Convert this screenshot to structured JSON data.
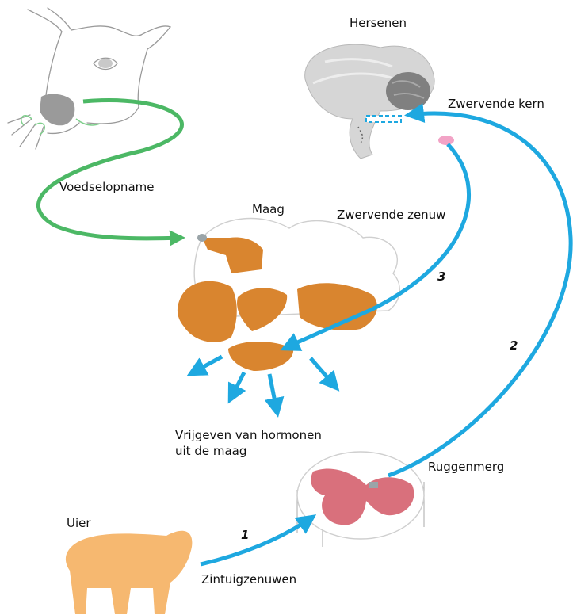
{
  "labels": {
    "brain": "Hersenen",
    "nucleus": "Zwervende kern",
    "food_intake": "Voedselopname",
    "stomach": "Maag",
    "vagus_nerve": "Zwervende zenuw",
    "hormones_line1": "Vrijgeven van hormonen",
    "hormones_line2": "uit de maag",
    "spinal_cord": "Ruggenmerg",
    "udder": "Uier",
    "sensory_nerves": "Zintuigzenuwen"
  },
  "steps": [
    "1",
    "2",
    "3"
  ],
  "colors": {
    "green_arrow": "#4cb865",
    "blue_arrow": "#1ea8e0",
    "stomach": "#d9852f",
    "spinal_red": "#d9707c",
    "udder": "#f6b870",
    "brain_gray": "#d6d6d6",
    "nucleus_pink": "#f2a3c6"
  }
}
